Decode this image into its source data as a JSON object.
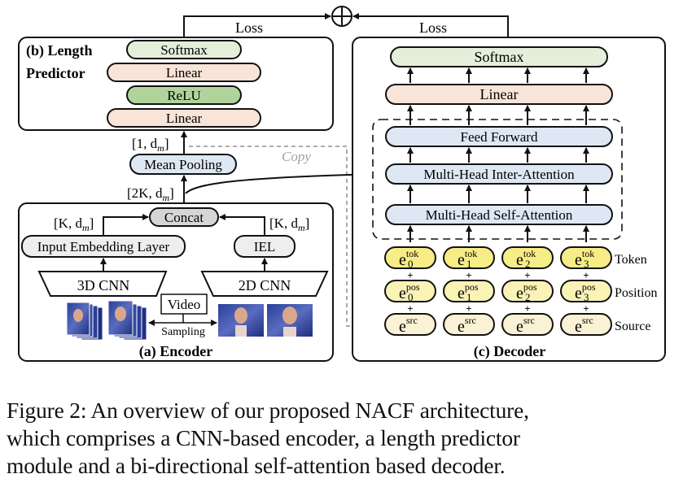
{
  "figure": {
    "loss_left": "Loss",
    "loss_right": "Loss",
    "sum_symbol": "⊕",
    "copy_label": "Copy",
    "length_predictor": {
      "title_line1": "(b) Length",
      "title_line2": "Predictor",
      "layers": [
        "Softmax",
        "Linear",
        "ReLU",
        "Linear"
      ]
    },
    "mean_pooling": "Mean Pooling",
    "dims": {
      "pool_out": "[1, d",
      "pool_out_sub": "m",
      "concat_out": "[2K, d",
      "concat_out_sub": "m",
      "left_in": "[K, d",
      "left_in_sub": "m",
      "right_in": "[K, d",
      "right_in_sub": "m",
      "close": "]"
    },
    "encoder": {
      "title": "(a) Encoder",
      "concat": "Concat",
      "input_embedding": "Input Embedding Layer",
      "iel": "IEL",
      "cnn3d": "3D CNN",
      "cnn2d": "2D CNN",
      "video": "Video",
      "sampling": "Sampling"
    },
    "decoder": {
      "title": "(c) Decoder",
      "softmax": "Softmax",
      "linear": "Linear",
      "feed_forward": "Feed Forward",
      "inter_attention": "Multi-Head Inter-Attention",
      "self_attention": "Multi-Head Self-Attention",
      "embedding_rows": [
        {
          "label": "Token",
          "base": "e",
          "sup": "tok",
          "subs": [
            "0",
            "1",
            "2",
            "3"
          ]
        },
        {
          "label": "Position",
          "base": "e",
          "sup": "pos",
          "subs": [
            "0",
            "1",
            "2",
            "3"
          ]
        },
        {
          "label": "Source",
          "base": "e",
          "sup": "src",
          "subs": [
            "",
            "",
            "",
            ""
          ]
        }
      ],
      "plus": "+"
    },
    "colors": {
      "softmax": "#e3eedb",
      "linear": "#f8e4d8",
      "relu": "#b0d39b",
      "attention": "#dde8f4",
      "concat": "#d6d6d6",
      "embedding_layer": "#eeeeee",
      "token": "#f7ec86",
      "position": "#faf3b6",
      "source": "#fbf1d4",
      "copy": "#a0a0a0"
    }
  },
  "caption": {
    "lines": [
      "Figure 2: An overview of our proposed NACF architecture,",
      "which comprises a CNN-based encoder, a length predictor",
      "module and a bi-directional self-attention based decoder."
    ]
  }
}
